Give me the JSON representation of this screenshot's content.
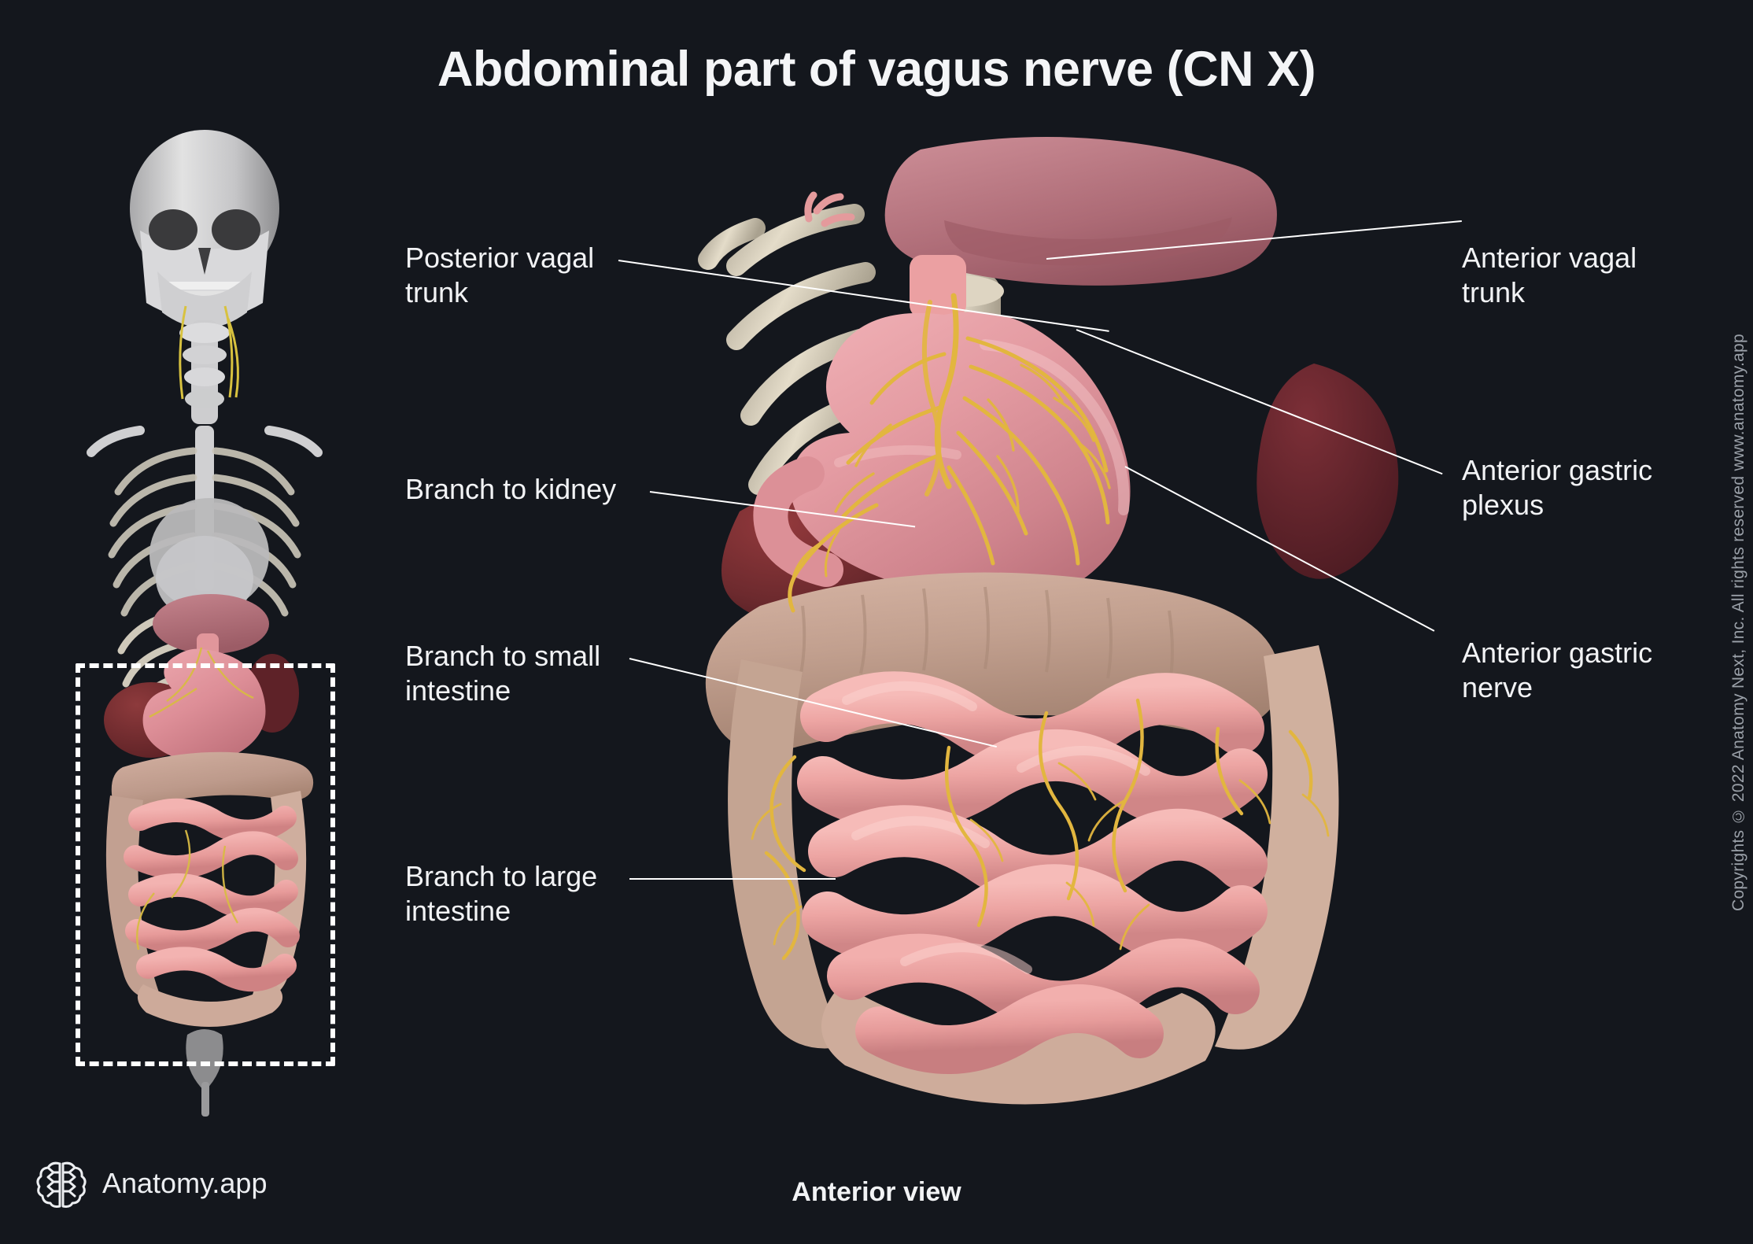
{
  "page": {
    "title": "Abdominal part of vagus nerve (CN X)",
    "background_color": "#14171d",
    "view_caption": "Anterior view"
  },
  "brand": {
    "name": "Anatomy.app",
    "logo_icon": "brain-icon"
  },
  "copyright": {
    "text": "Copyrights © 2022 Anatomy Next, Inc. All rights reserved www.anatomy.app"
  },
  "labels_left": [
    {
      "id": "posterior-vagal-trunk",
      "text": "Posterior vagal\ntrunk"
    },
    {
      "id": "branch-to-kidney",
      "text": "Branch to kidney"
    },
    {
      "id": "branch-to-small-intestine",
      "text": "Branch to small\nintestine"
    },
    {
      "id": "branch-to-large-intestine",
      "text": "Branch to large\nintestine"
    }
  ],
  "labels_right": [
    {
      "id": "anterior-vagal-trunk",
      "text": "Anterior vagal\ntrunk"
    },
    {
      "id": "anterior-gastric-plexus",
      "text": "Anterior gastric\nplexus"
    },
    {
      "id": "anterior-gastric-nerve",
      "text": "Anterior gastric\nnerve"
    }
  ],
  "thumbnail": {
    "description": "full-body-skeleton-with-organs-thumbnail",
    "roi_box": "abdominal-region-highlight"
  },
  "colors": {
    "nerve": "#e8b84b",
    "stomach": "#e0929a",
    "small_intestine": "#eda3a3",
    "large_intestine": "#c9a394",
    "liver": "#7d2f33",
    "spleen": "#6e2a30",
    "bone": "#d8d2c4",
    "diaphragm": "#b9707a",
    "leader_line": "#ffffff",
    "text": "#f2f3f5",
    "copyright_text": "#9aa0a8"
  }
}
